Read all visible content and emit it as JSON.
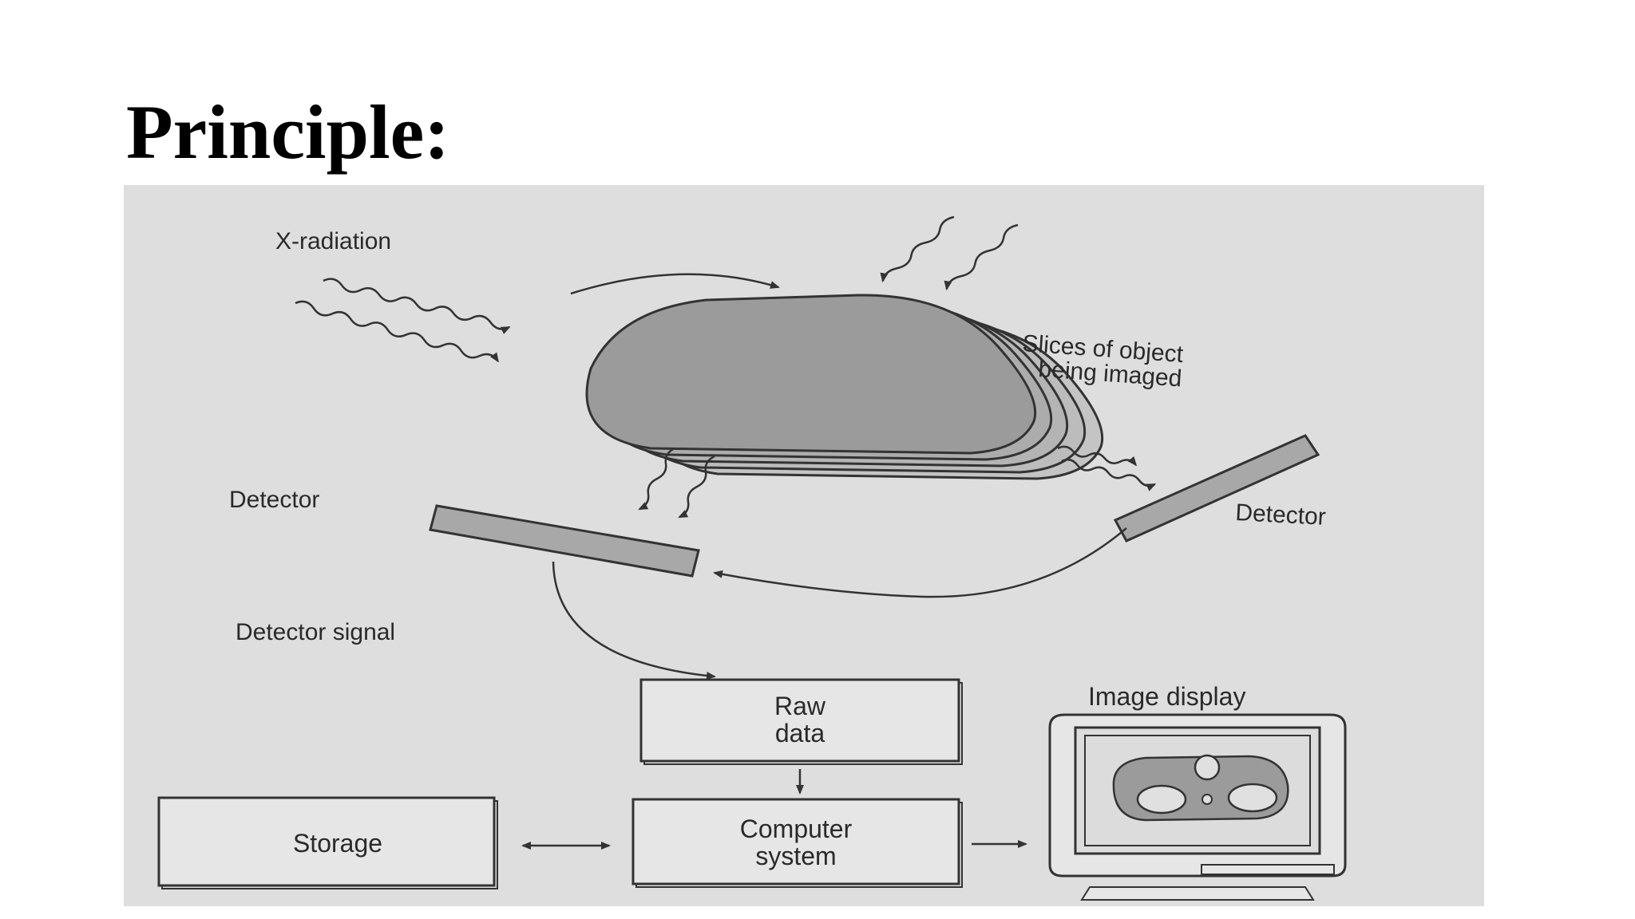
{
  "slide": {
    "title": "Principle:"
  },
  "diagram": {
    "labels": {
      "x_radiation": "X-radiation",
      "slices_line1": "Slices of object",
      "slices_line2": "being imaged",
      "detector_left": "Detector",
      "detector_right": "Detector",
      "detector_signal": "Detector signal",
      "image_display": "Image display"
    },
    "boxes": {
      "raw_data_line1": "Raw",
      "raw_data_line2": "data",
      "computer_line1": "Computer",
      "computer_line2": "system",
      "storage": "Storage"
    }
  },
  "colors": {
    "background": "#ffffff",
    "figure_bg": "#dedede",
    "object_fill": "#9b9b9b",
    "slice_fill": "#bdbdbd",
    "detector_fill": "#a8a8a8",
    "line": "#333333"
  }
}
